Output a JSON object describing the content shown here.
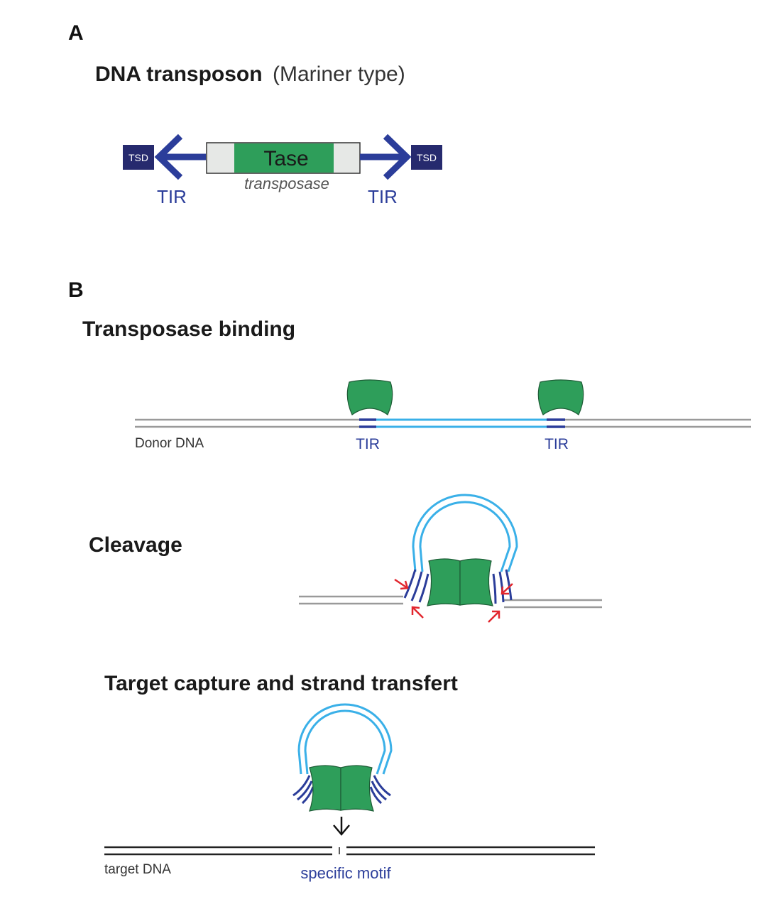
{
  "panel_a": {
    "letter": "A",
    "title_bold": "DNA transposon",
    "title_rest": "(Mariner type)",
    "tsd_left": "TSD",
    "tsd_right": "TSD",
    "gene_label": "Tase",
    "gene_caption": "transposase",
    "tir_left": "TIR",
    "tir_right": "TIR"
  },
  "panel_b": {
    "letter": "B",
    "step1": {
      "title": "Transposase binding",
      "dna_label": "Donor DNA",
      "tir_left": "TIR",
      "tir_right": "TIR"
    },
    "step2": {
      "title": "Cleavage"
    },
    "step3": {
      "title": "Target capture and strand transfert",
      "dna_label": "target DNA",
      "motif_label": "specific motif"
    }
  },
  "colors": {
    "tsd": "#262a6e",
    "tir_arrow": "#2b3d9a",
    "transposase_green": "#2e9e5a",
    "gene_box_outer": "#e6e8e6",
    "transposon_dna": "#3ab0e8",
    "donor_dna": "#9a9a9a",
    "target_dna": "#222222",
    "cleavage_arrows": "#e2262e"
  }
}
